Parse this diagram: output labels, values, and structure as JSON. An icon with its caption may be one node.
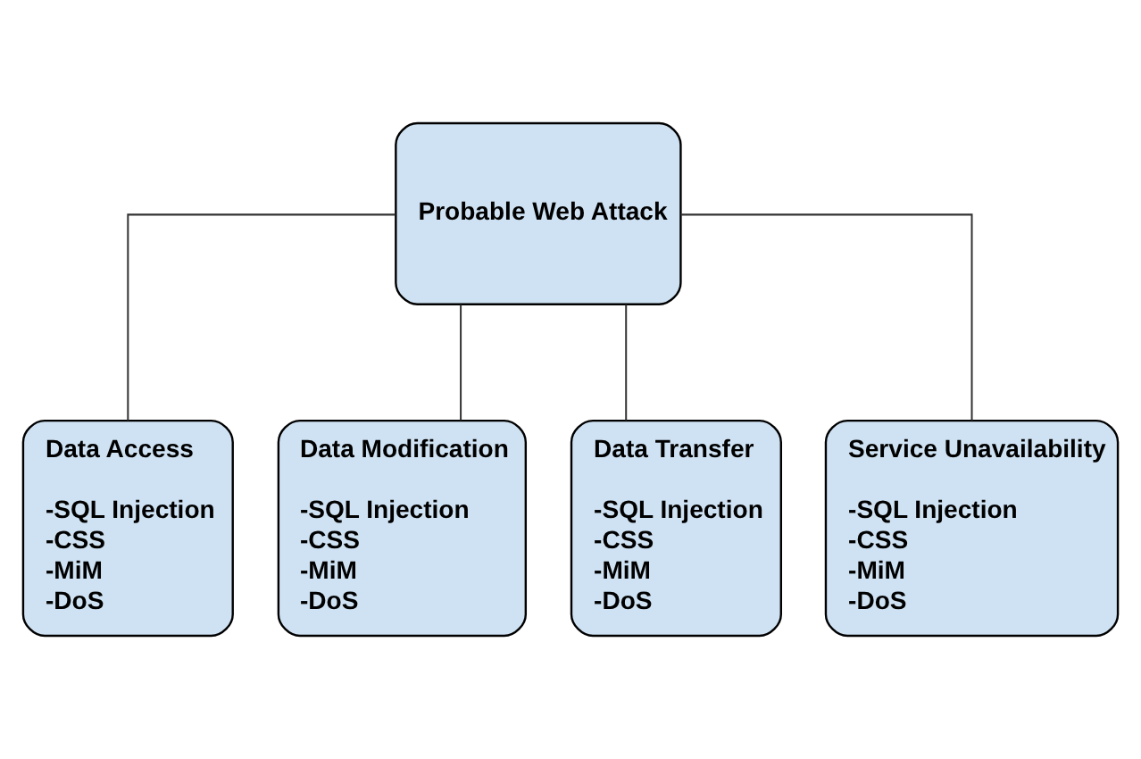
{
  "diagram": {
    "nodes": [
      {
        "text": [
          "Probable Web Attack"
        ]
      },
      {
        "text": [
          "Data Access",
          "-SQL Injection",
          "-CSS",
          "-MiM",
          "-DoS"
        ]
      },
      {
        "text": [
          "Data Modification",
          "-SQL Injection",
          "-CSS",
          "-MiM",
          "-DoS"
        ]
      },
      {
        "text": [
          "Data Transfer",
          "-SQL Injection",
          "-CSS",
          "-MiM",
          "-DoS"
        ]
      },
      {
        "text": [
          "Service Unavailability",
          "-SQL Injection",
          "-CSS",
          "-MiM",
          "-DoS"
        ]
      }
    ],
    "edges": [
      {
        "from": 0,
        "to": 1,
        "arrow": "none"
      },
      {
        "from": 0,
        "to": 2,
        "arrow": "none"
      },
      {
        "from": 0,
        "to": 3,
        "arrow": "none"
      },
      {
        "from": 0,
        "to": 4,
        "arrow": "none"
      }
    ]
  }
}
